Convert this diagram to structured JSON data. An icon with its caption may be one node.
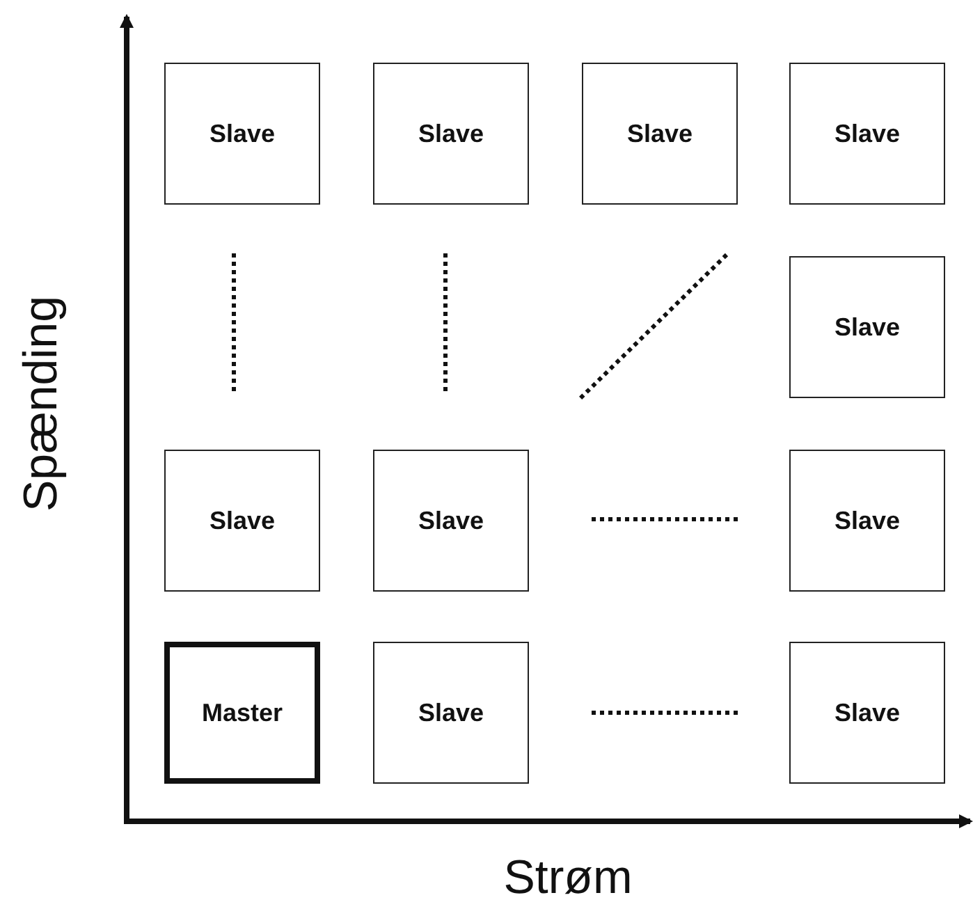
{
  "diagram": {
    "nodes": [
      {
        "text": [
          "Slave"
        ]
      },
      {
        "text": [
          "Slave"
        ]
      },
      {
        "text": [
          "Slave"
        ]
      },
      {
        "text": [
          "Slave"
        ]
      },
      {
        "text": [
          "Slave"
        ]
      },
      {
        "text": [
          "Slave"
        ]
      },
      {
        "text": [
          "Slave"
        ]
      },
      {
        "text": [
          "Slave"
        ]
      },
      {
        "text": [
          "Master"
        ]
      },
      {
        "text": [
          "Slave"
        ]
      },
      {
        "text": [
          "Slave"
        ]
      }
    ],
    "edges": [],
    "labels": [
      "Spænding",
      "Strøm"
    ]
  }
}
